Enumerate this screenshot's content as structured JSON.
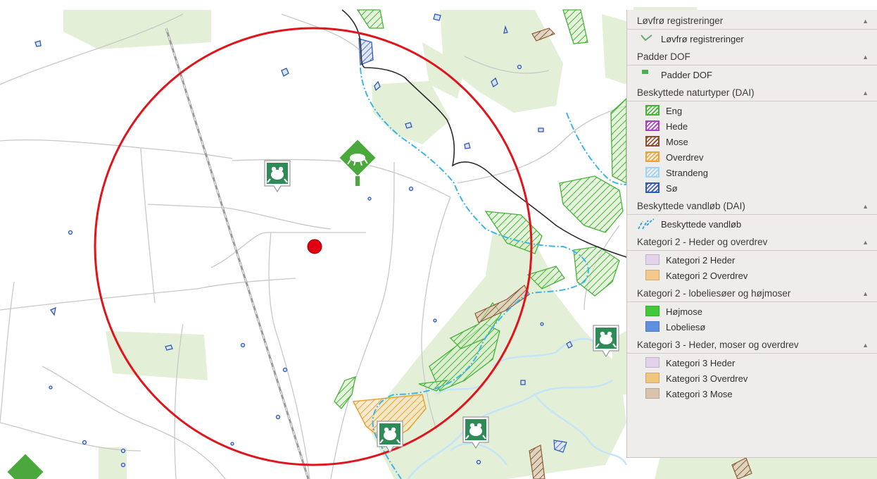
{
  "colors": {
    "map_background": "#ffffff",
    "green_area": "#e3f0d7",
    "buffer_circle": "#e0141c",
    "center_point": "#e00012",
    "water_line": "#3eb5e8",
    "hatch_green": "#4cb53c",
    "frog_icon": "#2e8b57",
    "legend_background": "#efedeb"
  },
  "map": {
    "icons": [
      "frog-icon",
      "frog-icon",
      "frog-icon",
      "frog-icon",
      "salamander-icon"
    ]
  },
  "legend": {
    "sections": [
      {
        "title": "Løvfrø registreringer",
        "items": [
          {
            "label": "Løvfrø registreringer",
            "symbol": "checkmark-line",
            "color": "#6aa873"
          }
        ]
      },
      {
        "title": "Padder DOF",
        "items": [
          {
            "label": "Padder DOF",
            "symbol": "square-marker",
            "color": "#4caf50"
          }
        ]
      },
      {
        "title": "Beskyttede naturtyper (DAI)",
        "items": [
          {
            "label": "Eng",
            "symbol": "hatch",
            "color": "#42b43a"
          },
          {
            "label": "Hede",
            "symbol": "hatch",
            "color": "#a63ec6"
          },
          {
            "label": "Mose",
            "symbol": "hatch",
            "color": "#8d4a2d"
          },
          {
            "label": "Overdrev",
            "symbol": "hatch",
            "color": "#f1a22e"
          },
          {
            "label": "Strandeng",
            "symbol": "hatch",
            "color": "#9fd3ef"
          },
          {
            "label": "Sø",
            "symbol": "hatch",
            "color": "#2f58b8"
          }
        ]
      },
      {
        "title": "Beskyttede vandløb (DAI)",
        "items": [
          {
            "label": "Beskyttede vandløb",
            "symbol": "dashed-line",
            "color": "#27a1d8"
          }
        ]
      },
      {
        "title": "Kategori 2 - Heder og overdrev",
        "items": [
          {
            "label": "Kategori 2 Heder",
            "symbol": "fill",
            "color": "#e3d3ea"
          },
          {
            "label": "Kategori 2 Overdrev",
            "symbol": "fill",
            "color": "#f3ca8b"
          }
        ]
      },
      {
        "title": "Kategori 2 - lobeliesøer og højmoser",
        "items": [
          {
            "label": "Højmose",
            "symbol": "fill",
            "color": "#41c93c"
          },
          {
            "label": "Lobeliesø",
            "symbol": "fill",
            "color": "#5f8fe0"
          }
        ]
      },
      {
        "title": "Kategori 3 - Heder, moser og overdrev",
        "items": [
          {
            "label": "Kategori 3 Heder",
            "symbol": "fill",
            "color": "#e3d3ea"
          },
          {
            "label": "Kategori 3 Overdrev",
            "symbol": "fill",
            "color": "#f0c57d"
          },
          {
            "label": "Kategori 3 Mose",
            "symbol": "fill",
            "color": "#d8c3ac"
          }
        ]
      }
    ]
  }
}
